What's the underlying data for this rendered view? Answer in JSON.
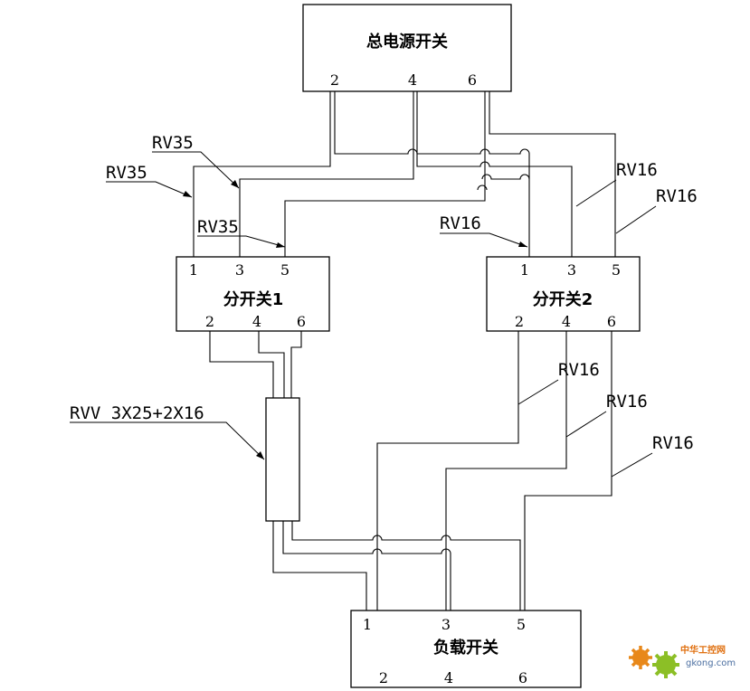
{
  "boxes": {
    "main_switch": {
      "title": "总电源开关",
      "pins": [
        "2",
        "4",
        "6"
      ]
    },
    "sub_switch_1": {
      "title": "分开关1",
      "top_pins": [
        "1",
        "3",
        "5"
      ],
      "bottom_pins": [
        "2",
        "4",
        "6"
      ]
    },
    "sub_switch_2": {
      "title": "分开关2",
      "top_pins": [
        "1",
        "3",
        "5"
      ],
      "bottom_pins": [
        "2",
        "4",
        "6"
      ]
    },
    "load_switch": {
      "title": "负载开关",
      "top_pins": [
        "1",
        "3",
        "5"
      ],
      "bottom_pins": [
        "2",
        "4",
        "6"
      ]
    }
  },
  "cable_labels": {
    "rv35_a": "RV35",
    "rv35_b": "RV35",
    "rv35_c": "RV35",
    "rv16_a": "RV16",
    "rv16_b": "RV16",
    "rv16_c": "RV16",
    "rv16_d": "RV16",
    "rv16_e": "RV16",
    "rv16_f": "RV16",
    "rvv": "RVV 3X25+2X16"
  },
  "watermark": {
    "cn": "中华工控网",
    "en": "gkong.com",
    "colors": {
      "gear_orange": "#e8881a",
      "gear_green": "#8cbf26"
    }
  }
}
